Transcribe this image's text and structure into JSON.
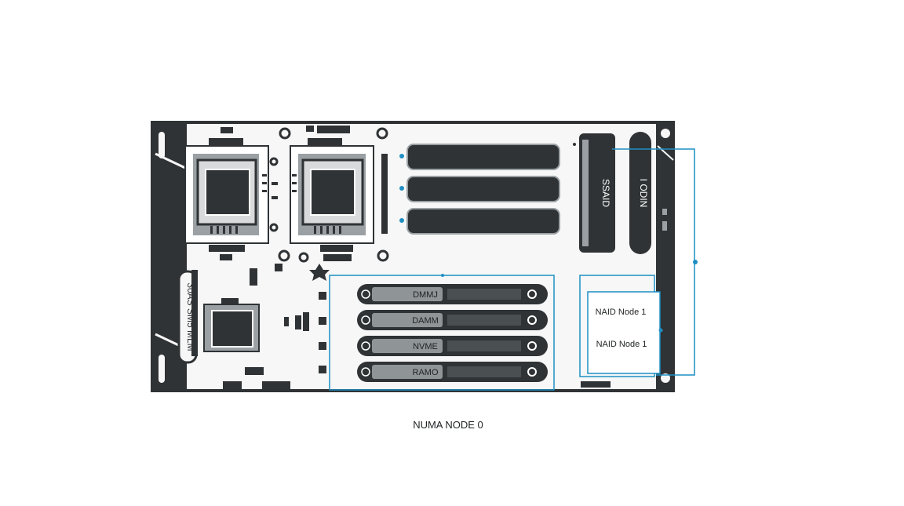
{
  "labels": {
    "left_connector": "30AS SM5 MLM",
    "slot_right_1": "SSAID",
    "slot_right_2": "I ODIN",
    "dimm_1": "DMMJ",
    "dimm_2": "DAMM",
    "dimm_3": "NVME",
    "dimm_4": "RAMO",
    "node_1a": "NAID Node 1",
    "node_1b": "NAID Node 1",
    "caption": "NUMA NODE 0"
  },
  "colors": {
    "board_dark": "#2f3335",
    "board_light": "#f7f7f7",
    "highlight": "#1f8fc4",
    "slot_gray": "#8f9497"
  }
}
